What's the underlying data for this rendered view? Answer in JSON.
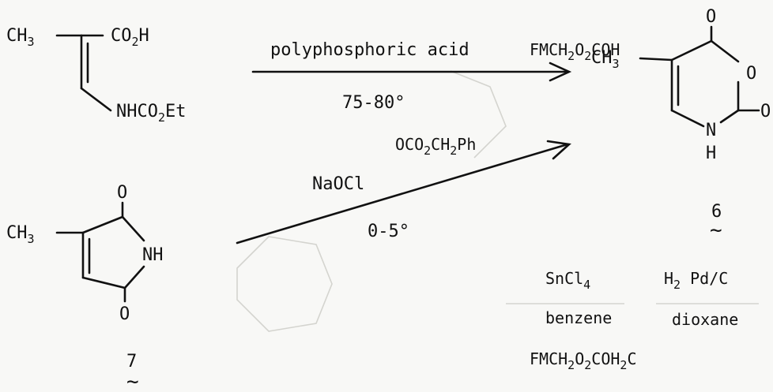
{
  "reactions": [
    {
      "reagent": "polyphosphoric acid",
      "temperature": "75-80°"
    },
    {
      "reagent": "NaOCl",
      "temperature": "0-5°"
    }
  ],
  "compounds": {
    "starting_acid": {
      "methyl": "CH3",
      "acid": "CO2H",
      "carbamate": "NHCO2Et"
    },
    "product_6": {
      "methyl": "CH3",
      "atoms": {
        "carbonyl_top": "O",
        "ring_o": "O",
        "carbonyl_right": "O",
        "nh_n": "N",
        "nh_h": "H"
      },
      "number": "6"
    },
    "imide_7": {
      "methyl": "CH3",
      "atoms": {
        "carbonyl_top": "O",
        "nh": "NH",
        "carbonyl_bottom": "O"
      },
      "number": "7"
    }
  },
  "colors": {
    "ink": "#111111",
    "paper": "#f8f8f6",
    "bleed": "#c9c9c4"
  }
}
